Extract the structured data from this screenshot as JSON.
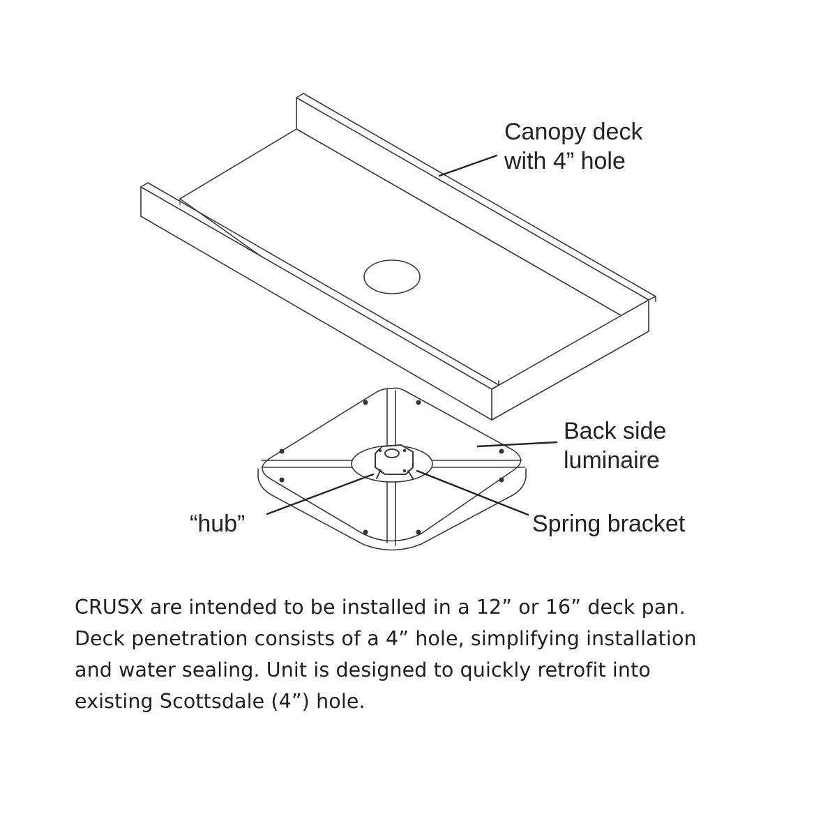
{
  "diagram": {
    "labels": {
      "canopy_line1": "Canopy deck",
      "canopy_line2": "with 4” hole",
      "back_line1": "Back side",
      "back_line2": "luminaire",
      "hub": "“hub”",
      "spring": "Spring bracket"
    },
    "line_color": "#333333"
  },
  "description": {
    "lines": [
      "CRUSX are intended to be installed in a 12” or 16” deck pan.",
      "Deck penetration consists of a 4” hole, simplifying installation",
      "and water sealing. Unit is designed to quickly retrofit into",
      "existing Scottsdale (4”) hole."
    ]
  }
}
